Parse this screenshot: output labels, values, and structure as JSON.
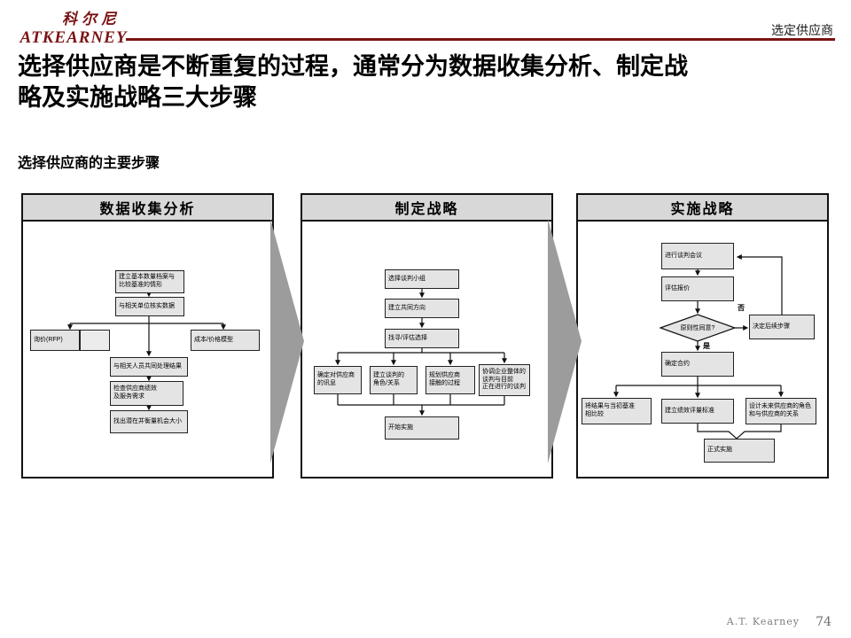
{
  "meta": {
    "accent_color": "#7a1315",
    "panel_header_bg": "#d8d8d8",
    "box_fill": "#e4e4e4",
    "arrow_grey": "#9c9c9c"
  },
  "header": {
    "logo_cn": "科尔尼",
    "logo_en": "ATKEARNEY",
    "corner_label": "选定供应商"
  },
  "title": "选择供应商是不断重复的过程，通常分为数据收集分析、制定战\n略及实施战略三大步骤",
  "subtitle": "选择供应商的主要步骤",
  "panels": [
    {
      "title": "数据收集分析",
      "boxes": {
        "b1": "建立基本数量档案与\n比较基准的情形",
        "b2": "与相关单位核实数据",
        "b3": "询价(RFP)",
        "b4": "成本/价格模型",
        "b5": "与相关人员共同处理结果",
        "b6": "检查供应商绩效\n及服务需求",
        "b7": "找出潜在并衡量机会大小"
      }
    },
    {
      "title": "制定战略",
      "boxes": {
        "b1": "选择谈判小组",
        "b2": "建立共同方向",
        "b3": "找寻/评估选择",
        "b4": "确定对供应商\n的讯息",
        "b5": "建立谈判的\n角色/关系",
        "b6": "规划供应商\n接触的过程",
        "b7": "协调企业整体的\n谈判与目前\n正在进行的谈判",
        "b8": "开始实施"
      }
    },
    {
      "title": "实施战略",
      "boxes": {
        "b1": "进行谈判会议",
        "b2": "评估报价",
        "diamond": "原则性同意?",
        "no_label": "否",
        "yes_label": "是",
        "b3": "决定后续步骤",
        "b4": "确定合约",
        "b5": "将结果与当初基准\n相比较",
        "b6": "建立绩效评量标准",
        "b7": "设计未来供应商的角色\n和与供应商的关系",
        "b8": "正式实施"
      }
    }
  ],
  "footer": {
    "brand": "A.T. Kearney",
    "page": "74"
  }
}
